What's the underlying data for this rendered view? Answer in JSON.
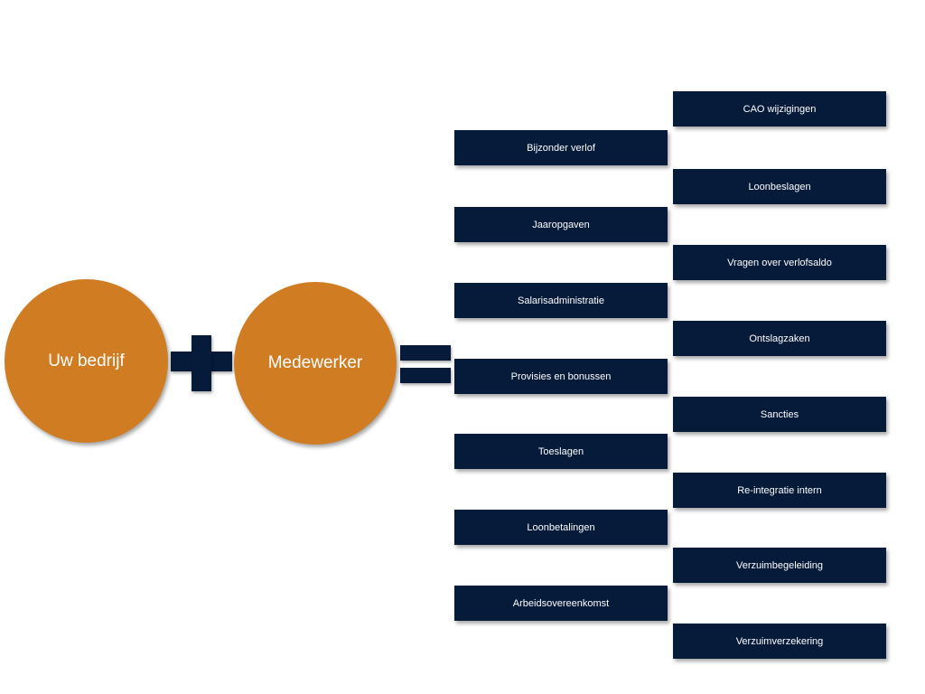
{
  "circles": {
    "company": "Uw bedrijf",
    "employee": "Medewerker"
  },
  "operators": {
    "plus_color": "#061a3a",
    "equals_color": "#061a3a"
  },
  "colors": {
    "circle_fill": "#d07c22",
    "box_fill": "#061a3a",
    "text": "#ffffff"
  },
  "left_items": [
    "Bijzonder verlof",
    "Jaaropgaven",
    "Salarisadministratie",
    "Provisies en bonussen",
    "Toeslagen",
    "Loonbetalingen",
    "Arbeidsovereenkomst"
  ],
  "right_items": [
    "CAO wijzigingen",
    "Loonbeslagen",
    "Vragen over verlofsaldo",
    "Ontslagzaken",
    "Sancties",
    "Re-integratie intern",
    "Verzuimbegeleiding",
    "Verzuimverzekering"
  ]
}
